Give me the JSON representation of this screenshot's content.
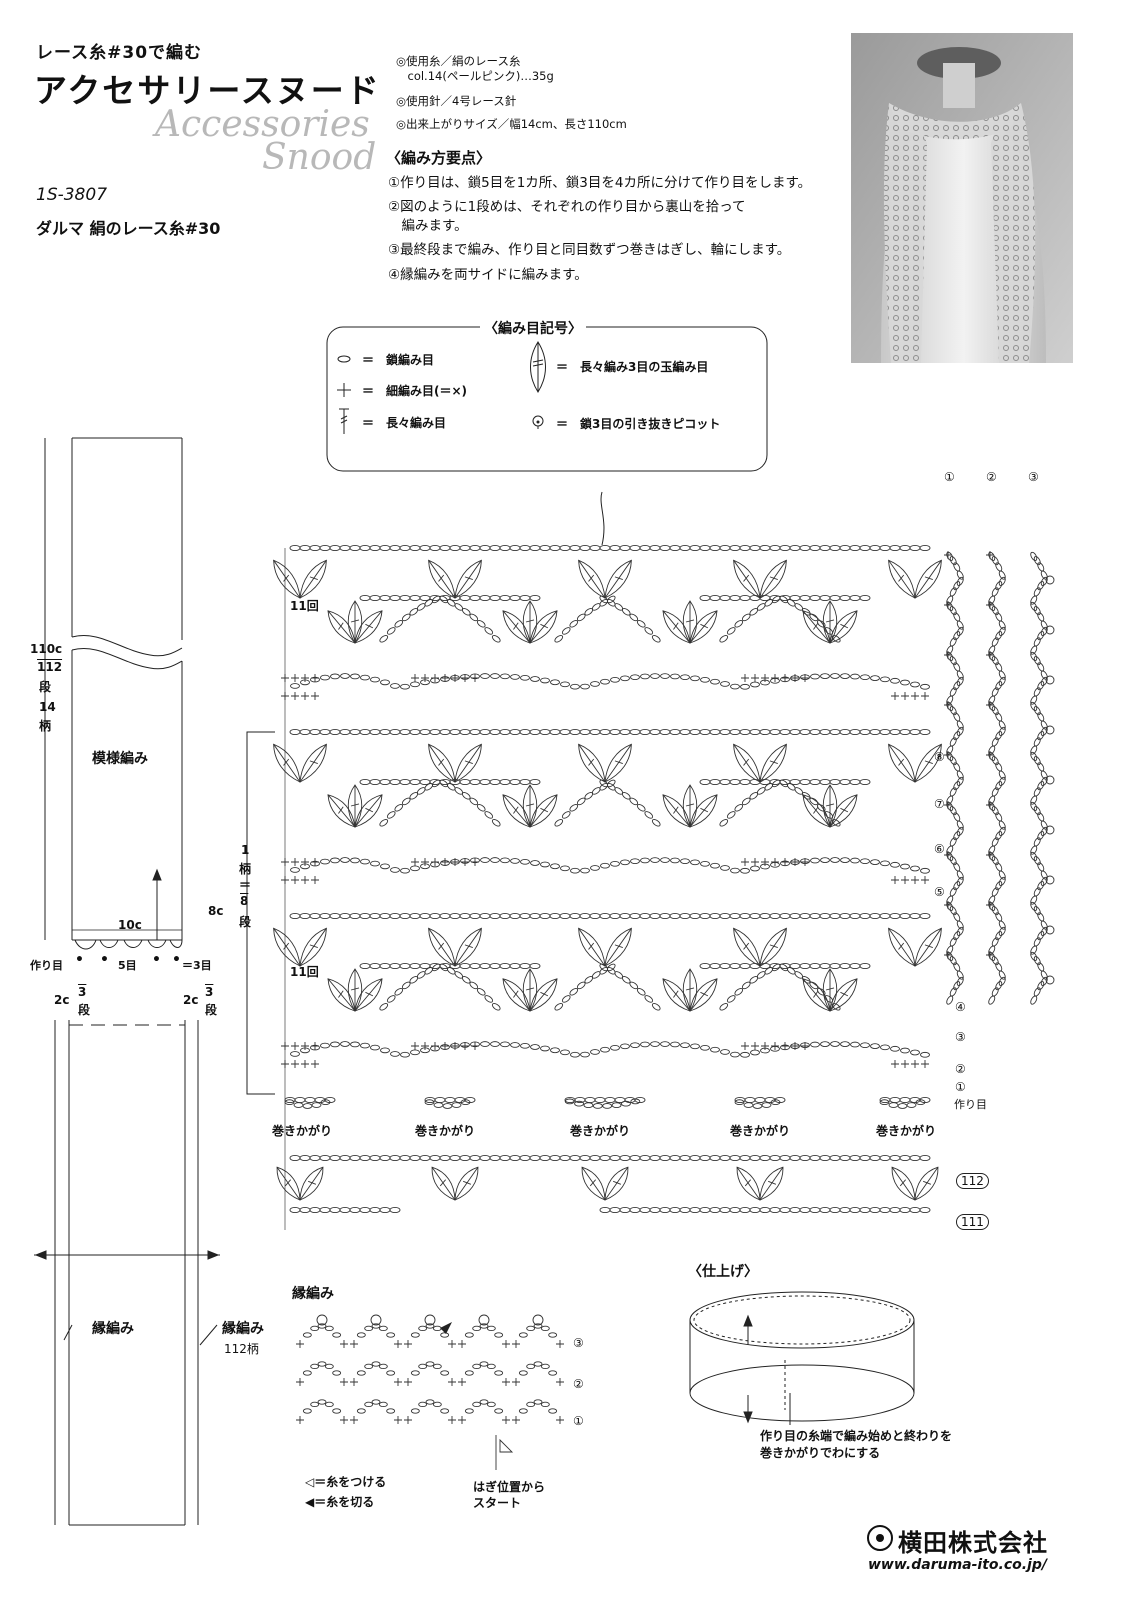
{
  "header": {
    "subtitle": "レース糸#30で編む",
    "title": "アクセサリースヌード",
    "english_line1": "Accessories",
    "english_line2": "Snood",
    "product_code": "1S-3807",
    "yarn_name": "ダルマ 絹のレース糸#30"
  },
  "specs": [
    "◎使用糸／絹のレース糸",
    "　col.14(ペールピンク)…35g",
    "◎使用針／4号レース針",
    "◎出来上がりサイズ／幅14cm、長さ110cm"
  ],
  "howto": {
    "heading": "〈編み方要点〉",
    "steps": [
      "①作り目は、鎖5目を1カ所、鎖3目を4カ所に分けて作り目をします。",
      "②図のように1段めは、それぞれの作り目から裏山を拾って",
      "　編みます。",
      "③最終段まで編み、作り目と同目数ずつ巻きはぎし、輪にします。",
      "④縁編みを両サイドに編みます。"
    ]
  },
  "legend": {
    "title": "〈編み目記号〉",
    "items": [
      {
        "icon": "chain-stitch-icon",
        "label": "＝　鎖編み目"
      },
      {
        "icon": "single-crochet-icon",
        "label": "＝　細編み目(＝×)"
      },
      {
        "icon": "double-treble-icon",
        "label": "＝　長々編み目"
      },
      {
        "icon": "cluster-icon",
        "label": "＝　長々編み3目の玉編み目"
      },
      {
        "icon": "picot-icon",
        "label": "＝　鎖3目の引き抜きピコット"
      }
    ]
  },
  "schematic_top": {
    "length": "110c",
    "rows_num": "112",
    "rows_unit": "段",
    "pattern_repeats": "14",
    "pattern_unit": "柄",
    "body_label": "模様編み",
    "width": "10c",
    "cast_on_label": "作り目",
    "cast_on_5": "5目",
    "cast_on_3": "＝3目"
  },
  "schematic_bottom": {
    "left_width": "2c",
    "right_width": "2c",
    "rows_num": "3",
    "rows_unit": "段",
    "edge_label_inner": "縁編み",
    "edge_label_outer": "縁編み",
    "edge_repeats": "112柄"
  },
  "chart": {
    "repeat_label_1": "1",
    "repeat_label_2": "柄",
    "repeat_label_3": "＝",
    "repeat_rows": "8",
    "repeat_rows_unit": "段",
    "repeat_height": "8c",
    "count_11_a": "11回",
    "count_11_b": "11回",
    "row_markers_right": [
      "④",
      "③",
      "②",
      "①"
    ],
    "row_markers_mid": [
      "⑧",
      "⑦",
      "⑥",
      "⑤"
    ],
    "cast_on_label": "作り目",
    "seam_label": "巻きかがり",
    "row_112": "112",
    "row_111": "111",
    "edge_rows": [
      "①",
      "②",
      "③"
    ]
  },
  "edging": {
    "title": "縁編み",
    "rows": [
      "③",
      "②",
      "①"
    ],
    "attach_label": "◁＝糸をつける",
    "cut_label": "◀＝糸を切る",
    "start_label_1": "はぎ位置から",
    "start_label_2": "スタート"
  },
  "finishing": {
    "title": "〈仕上げ〉",
    "note_1": "作り目の糸端で編み始めと終わりを",
    "note_2": "巻きかがりでわにする"
  },
  "footer": {
    "company": "横田株式会社",
    "url": "www.daruma-ito.co.jp/"
  }
}
